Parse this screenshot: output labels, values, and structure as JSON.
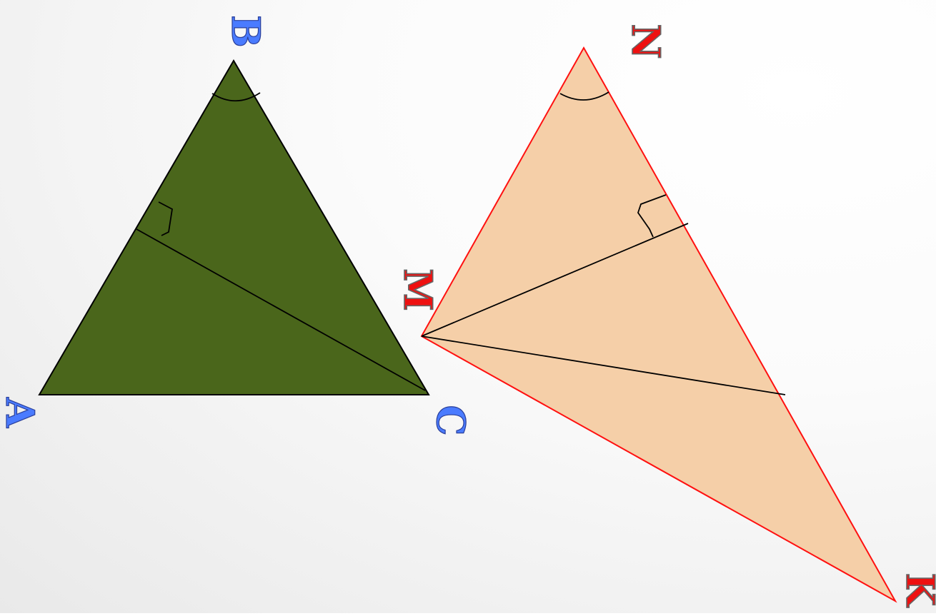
{
  "diagram": {
    "triangle_left": {
      "fill_color": "#4a661b",
      "stroke_color": "#000000",
      "vertices": {
        "A": "A",
        "B": "B",
        "C": "C"
      }
    },
    "triangle_right": {
      "fill_color": "#f5cfa8",
      "stroke_color": "#ff1010",
      "vertices": {
        "M": "M",
        "N": "N",
        "K": "K"
      }
    },
    "label_colors": {
      "left": "#4a7bff",
      "right": "#ee1111"
    }
  }
}
